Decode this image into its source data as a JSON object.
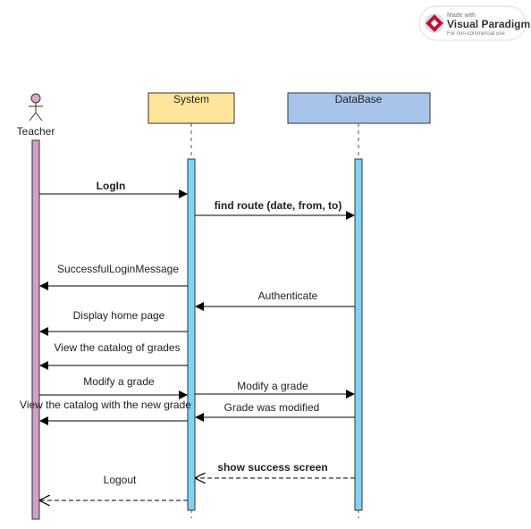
{
  "badge": {
    "made_with": "Made with",
    "brand": "Visual Paradigm",
    "note": "For non-commercial use"
  },
  "participants": {
    "teacher": "Teacher",
    "system": "System",
    "database": "DataBase"
  },
  "messages": {
    "login": "LogIn",
    "find_route": "find route (date, from, to)",
    "successful_login": "SuccessfulLoginMessage",
    "authenticate": "Authenticate",
    "display_home": "Display home page",
    "view_catalog": "View the catalog of grades",
    "modify_grade_1": "Modify a grade",
    "modify_grade_2": "Modify a grade",
    "view_catalog_new": "View the catalog with the new grade",
    "grade_modified": "Grade was modified",
    "show_success": "show success screen",
    "logout": "Logout"
  },
  "colors": {
    "system_header": "#ffe599",
    "database_header": "#a9c4eb",
    "activation": "#7fd4f4",
    "teacher_activation": "#cda2c6",
    "actor_head": "#d8a8c8"
  }
}
